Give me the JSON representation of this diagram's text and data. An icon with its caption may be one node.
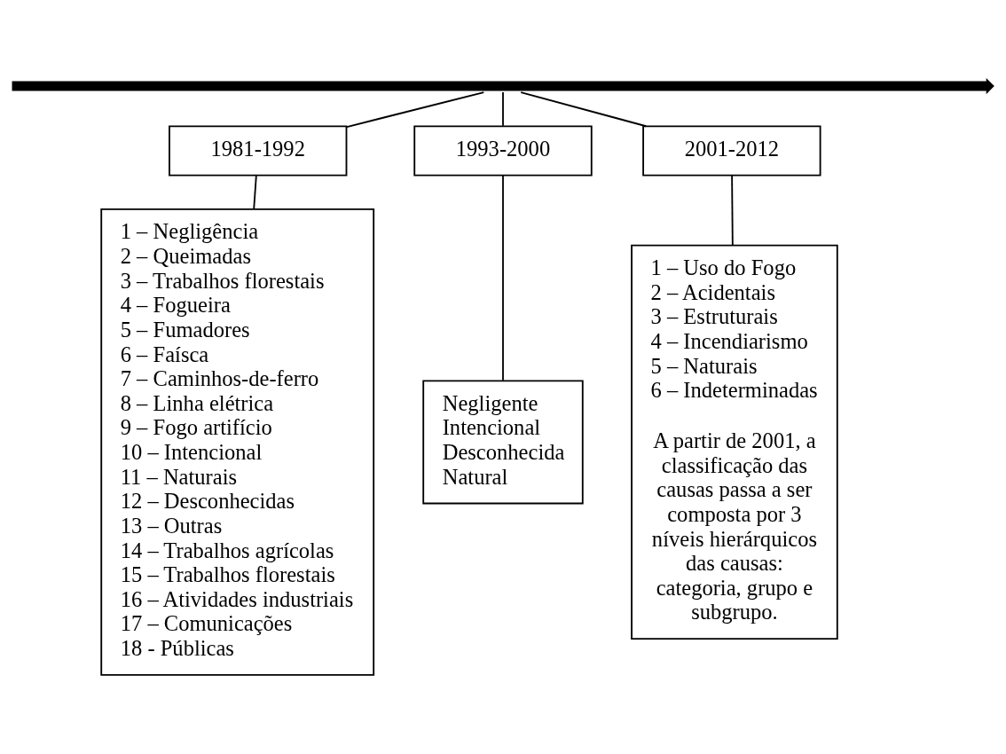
{
  "diagram": {
    "nodes": [
      {
        "text": [],
        "shape": "arrow"
      },
      {
        "text": [
          "1981-1992"
        ]
      },
      {
        "text": [
          "1993-2000"
        ]
      },
      {
        "text": [
          "2001-2012"
        ]
      },
      {
        "text": [
          "1 – Negligência",
          "2 – Queimadas",
          "3 – Trabalhos florestais",
          "4 – Fogueira",
          "5 – Fumadores",
          "6 – Faísca",
          "7 – Caminhos-de-ferro",
          "8 – Linha elétrica",
          "9 – Fogo artifício",
          "10 – Intencional",
          "11 – Naturais",
          "12 – Desconhecidas",
          "13 – Outras",
          "14 – Trabalhos agrícolas",
          "15 – Trabalhos florestais",
          "16 – Atividades industriais",
          "17 – Comunicações",
          "18 - Públicas"
        ]
      },
      {
        "text": [
          "Negligente",
          "Intencional",
          "Desconhecida",
          "Natural"
        ]
      },
      {
        "text": [
          "1 – Uso do Fogo",
          "2 – Acidentais",
          "3 – Estruturais",
          "4 – Incendiarismo",
          "5 – Naturais",
          "6 – Indeterminadas",
          "A partir de 2001, a classificação das causas passa a ser composta por 3 níveis hierárquicos das causas: categoria, grupo e subgrupo."
        ]
      }
    ],
    "edges": [
      {
        "from": 0,
        "to": 1,
        "arrow": "none"
      },
      {
        "from": 0,
        "to": 2,
        "arrow": "none"
      },
      {
        "from": 0,
        "to": 3,
        "arrow": "none"
      },
      {
        "from": 1,
        "to": 4,
        "arrow": "none"
      },
      {
        "from": 2,
        "to": 5,
        "arrow": "none"
      },
      {
        "from": 3,
        "to": 6,
        "arrow": "none"
      }
    ]
  }
}
